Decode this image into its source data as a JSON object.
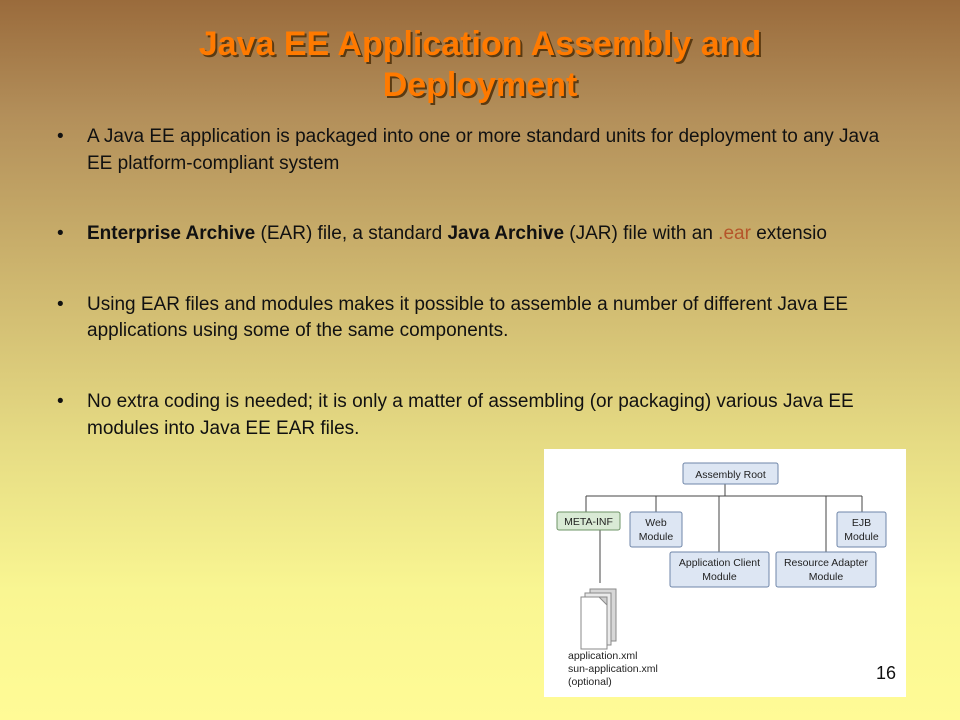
{
  "slide": {
    "title_line1": "Java EE Application Assembly and",
    "title_line2": "Deployment",
    "bullets": [
      {
        "text": "A Java EE application is packaged into one or more standard units for deployment to any Java EE platform-compliant system"
      },
      {
        "b_enterprise": "Enterprise Archive",
        "t1": " (EAR) file, a standard ",
        "b_java": "Java Archive",
        "t2": " (JAR) file with an ",
        "ext": ".ear",
        "t3": " extensio"
      },
      {
        "text": "Using EAR files and modules makes it possible to assemble a number of different Java EE applications using some of the same components."
      },
      {
        "text": "No extra coding is needed; it is only a matter of assembling (or packaging) various Java EE modules into Java EE EAR files."
      }
    ],
    "page_number": "16"
  },
  "diagram": {
    "root": "Assembly Root",
    "meta_inf": "META-INF",
    "web_line1": "Web",
    "web_line2": "Module",
    "ejb_line1": "EJB",
    "ejb_line2": "Module",
    "appclient_line1": "Application Client",
    "appclient_line2": "Module",
    "resource_line1": "Resource Adapter",
    "resource_line2": "Module",
    "file1": "application.xml",
    "file2": "sun-application.xml",
    "file3": "(optional)",
    "colors": {
      "module_fill": "#dde6f3",
      "module_stroke": "#6f86a8",
      "meta_fill": "#d9ead5",
      "meta_stroke": "#6e9467"
    }
  }
}
